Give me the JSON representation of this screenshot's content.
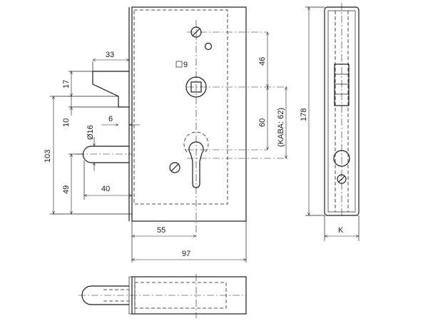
{
  "dimensions": {
    "d33": "33",
    "d17": "17",
    "d10": "10",
    "d6": "6",
    "d103": "103",
    "d16": "Ø16",
    "d49": "49",
    "d40": "40",
    "d55": "55",
    "d97": "97",
    "d46": "46",
    "d60": "60",
    "kaba": "(KABA: 62)",
    "d178": "178",
    "k": "K",
    "square9": "9"
  },
  "colors": {
    "line": "#1a1a1a",
    "background": "#ffffff"
  }
}
